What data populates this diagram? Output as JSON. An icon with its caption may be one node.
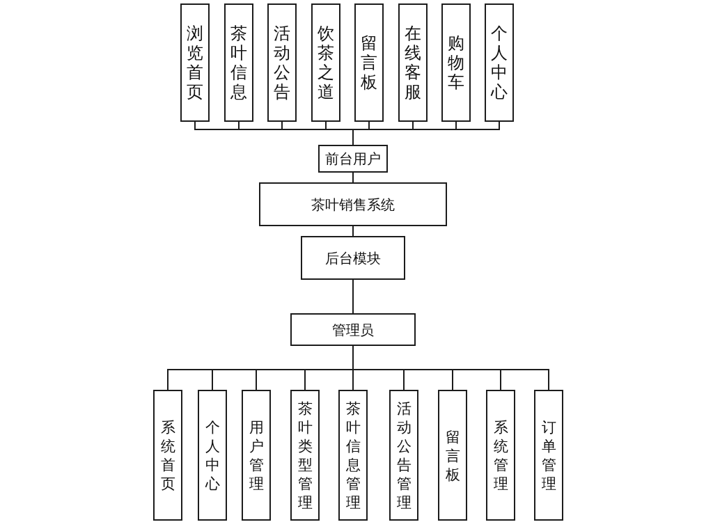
{
  "diagram": {
    "nodes": [
      {
        "text": [
          "浏览首页"
        ]
      },
      {
        "text": [
          "茶叶信息"
        ]
      },
      {
        "text": [
          "活动公告"
        ]
      },
      {
        "text": [
          "饮茶之道"
        ]
      },
      {
        "text": [
          "留言板"
        ]
      },
      {
        "text": [
          "在线客服"
        ]
      },
      {
        "text": [
          "购物车"
        ]
      },
      {
        "text": [
          "个人中心"
        ]
      },
      {
        "text": [
          "前台用户"
        ]
      },
      {
        "text": [
          "茶叶销售系统"
        ]
      },
      {
        "text": [
          "后台模块"
        ]
      },
      {
        "text": [
          "管理员"
        ]
      },
      {
        "text": [
          "系统首页"
        ]
      },
      {
        "text": [
          "个人中心"
        ]
      },
      {
        "text": [
          "用户管理"
        ]
      },
      {
        "text": [
          "茶叶类型管理"
        ]
      },
      {
        "text": [
          "茶叶信息管理"
        ]
      },
      {
        "text": [
          "活动公告管理"
        ]
      },
      {
        "text": [
          "留言板"
        ]
      },
      {
        "text": [
          "系统管理"
        ]
      },
      {
        "text": [
          "订单管理"
        ]
      }
    ],
    "edges": [
      {
        "from": 8,
        "to": 0,
        "arrow": "none"
      },
      {
        "from": 8,
        "to": 1,
        "arrow": "none"
      },
      {
        "from": 8,
        "to": 2,
        "arrow": "none"
      },
      {
        "from": 8,
        "to": 3,
        "arrow": "none"
      },
      {
        "from": 8,
        "to": 4,
        "arrow": "none"
      },
      {
        "from": 8,
        "to": 5,
        "arrow": "none"
      },
      {
        "from": 8,
        "to": 6,
        "arrow": "none"
      },
      {
        "from": 8,
        "to": 7,
        "arrow": "none"
      },
      {
        "from": 9,
        "to": 8,
        "arrow": "none"
      },
      {
        "from": 9,
        "to": 10,
        "arrow": "none"
      },
      {
        "from": 10,
        "to": 11,
        "arrow": "none"
      },
      {
        "from": 11,
        "to": 12,
        "arrow": "none"
      },
      {
        "from": 11,
        "to": 13,
        "arrow": "none"
      },
      {
        "from": 11,
        "to": 14,
        "arrow": "none"
      },
      {
        "from": 11,
        "to": 15,
        "arrow": "none"
      },
      {
        "from": 11,
        "to": 16,
        "arrow": "none"
      },
      {
        "from": 11,
        "to": 17,
        "arrow": "none"
      },
      {
        "from": 11,
        "to": 18,
        "arrow": "none"
      },
      {
        "from": 11,
        "to": 19,
        "arrow": "none"
      },
      {
        "from": 11,
        "to": 20,
        "arrow": "none"
      }
    ]
  }
}
